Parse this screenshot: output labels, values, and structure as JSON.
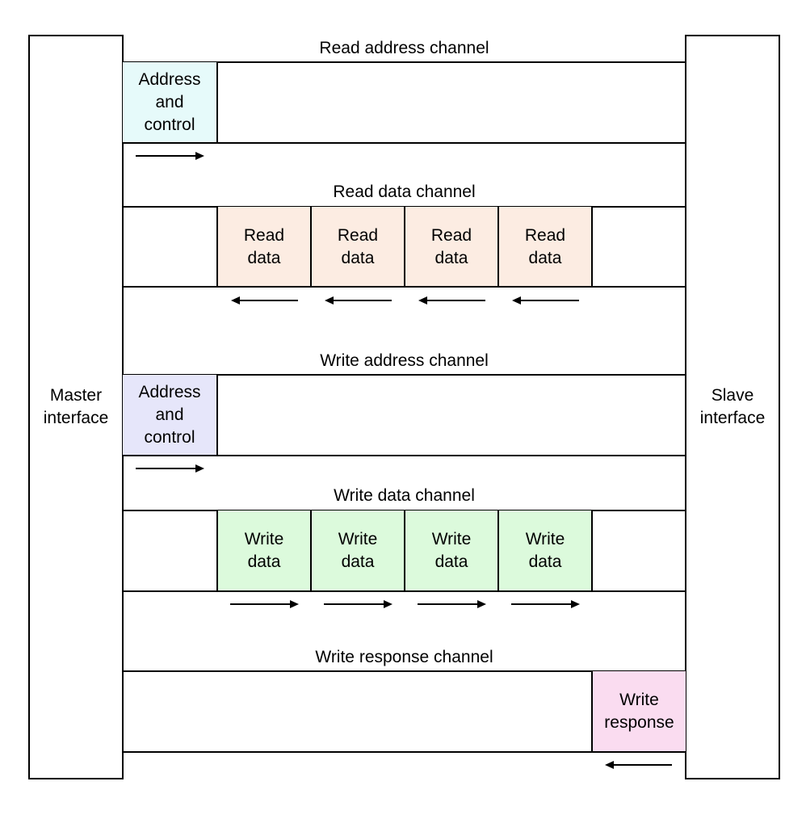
{
  "master": {
    "label": "Master\ninterface"
  },
  "slave": {
    "label": "Slave\ninterface"
  },
  "channels": {
    "read_address": {
      "title": "Read address channel",
      "cells": [
        "Address\nand\ncontrol"
      ],
      "color": "#e6fafa"
    },
    "read_data": {
      "title": "Read data channel",
      "cells": [
        "Read\ndata",
        "Read\ndata",
        "Read\ndata",
        "Read\ndata"
      ],
      "color": "#fcece2"
    },
    "write_address": {
      "title": "Write address channel",
      "cells": [
        "Address\nand\ncontrol"
      ],
      "color": "#e6e6fa"
    },
    "write_data": {
      "title": "Write data channel",
      "cells": [
        "Write\ndata",
        "Write\ndata",
        "Write\ndata",
        "Write\ndata"
      ],
      "color": "#dcfadc"
    },
    "write_response": {
      "title": "Write response channel",
      "cells": [
        "Write\nresponse"
      ],
      "color": "#fadcf0"
    }
  }
}
